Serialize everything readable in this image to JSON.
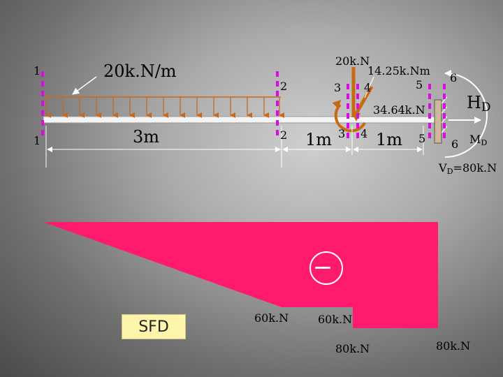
{
  "loads": {
    "udl": "20k.N/m",
    "point_load": "20k.N",
    "moment": "14.25k.Nm",
    "component_force": "34.64k.N"
  },
  "section_labels": {
    "s1a": "1",
    "s1b": "1",
    "s2a": "2",
    "s2b": "2",
    "s3a": "3",
    "s3b": "3",
    "s4a": "4",
    "s4b": "4",
    "s5a": "5",
    "s5b": "5",
    "s6a": "6",
    "s6b": "6"
  },
  "dimensions": {
    "d1": "3m",
    "d2": "1m",
    "d3": "1m"
  },
  "reactions": {
    "H": "H",
    "H_sub": "D",
    "M": "M",
    "M_sub": "D",
    "V": "V",
    "V_sub": "D",
    "V_value": "=80k.N"
  },
  "sfd": {
    "label": "SFD",
    "sign": "—",
    "values": [
      "60k.N",
      "60k.N",
      "80k.N",
      "80k.N"
    ]
  },
  "colors": {
    "sfd_fill": "#ff1a6e",
    "section_marks": "#d60fe0",
    "load_arrows": "#c46a1f",
    "sfd_label_bg": "#fef5ad"
  }
}
